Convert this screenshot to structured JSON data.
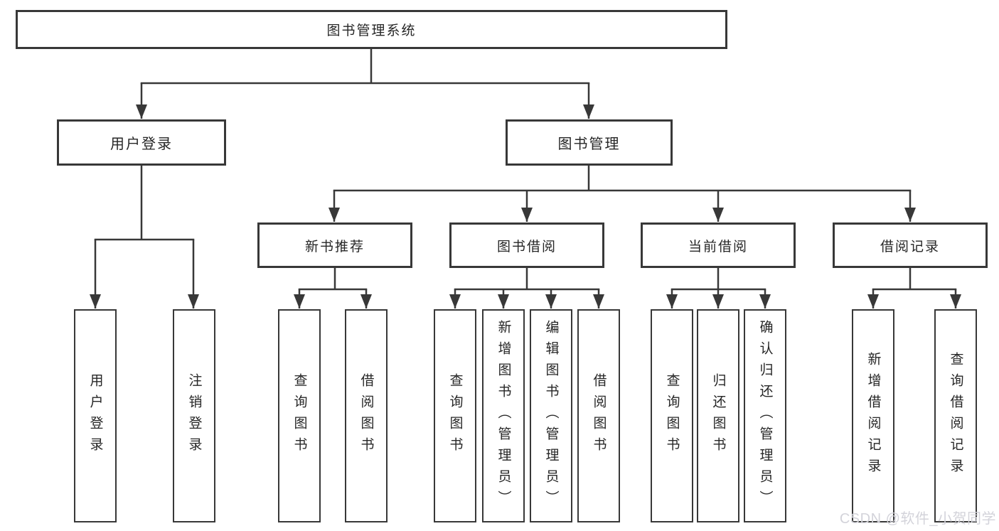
{
  "diagram_title": "图书管理系统",
  "watermark": "CSDN @软件_小贺同学",
  "colors": {
    "background": "#ffffff",
    "line": "#383838",
    "box_border": "#383838",
    "text": "#262626",
    "watermark": "#d3d3da"
  },
  "tree": {
    "label": "图书管理系统",
    "children": [
      {
        "label": "用户登录",
        "children": [
          {
            "label": "用户登录"
          },
          {
            "label": "注销登录"
          }
        ]
      },
      {
        "label": "图书管理",
        "children": [
          {
            "label": "新书推荐",
            "children": [
              {
                "label": "查询图书"
              },
              {
                "label": "借阅图书"
              }
            ]
          },
          {
            "label": "图书借阅",
            "children": [
              {
                "label": "查询图书"
              },
              {
                "label": "新增图书（管理员）"
              },
              {
                "label": "编辑图书（管理员）"
              },
              {
                "label": "借阅图书"
              }
            ]
          },
          {
            "label": "当前借阅",
            "children": [
              {
                "label": "查询图书"
              },
              {
                "label": "归还图书"
              },
              {
                "label": "确认归还（管理员）"
              }
            ]
          },
          {
            "label": "借阅记录",
            "children": [
              {
                "label": "新增借阅记录"
              },
              {
                "label": "查询借阅记录"
              }
            ]
          }
        ]
      }
    ]
  }
}
